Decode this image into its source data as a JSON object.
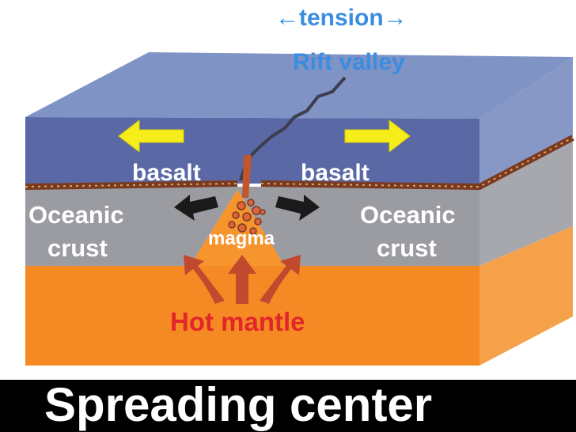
{
  "labels": {
    "tension": "←tension→",
    "rift_valley": "Rift valley",
    "basalt_left": "basalt",
    "basalt_right": "basalt",
    "oceanic_left_line1": "Oceanic",
    "oceanic_left_line2": "crust",
    "oceanic_right_line1": "Oceanic",
    "oceanic_right_line2": "crust",
    "magma": "magma",
    "hot_mantle": "Hot mantle"
  },
  "banner": {
    "text": "Spreading center"
  },
  "colors": {
    "label_blue": "#3a8de0",
    "label_white": "#ffffff",
    "label_red": "#e3262a",
    "tension_arrow": "#f5ee1a",
    "crust_arrow": "#1a1a1a",
    "mantle_arrow": "#c0492e",
    "ocean_top": "#7f93c4",
    "ocean_side": "#5a68a6",
    "crust_gray": "#9b9ca2",
    "mantle_orange": "#f58a24",
    "basalt_brown": "#7a3a20",
    "banner_bg": "#000000"
  },
  "icons": [
    "yellow-left-arrow",
    "yellow-right-arrow",
    "black-left-arrow",
    "black-right-arrow",
    "red-upflow-arrow"
  ]
}
